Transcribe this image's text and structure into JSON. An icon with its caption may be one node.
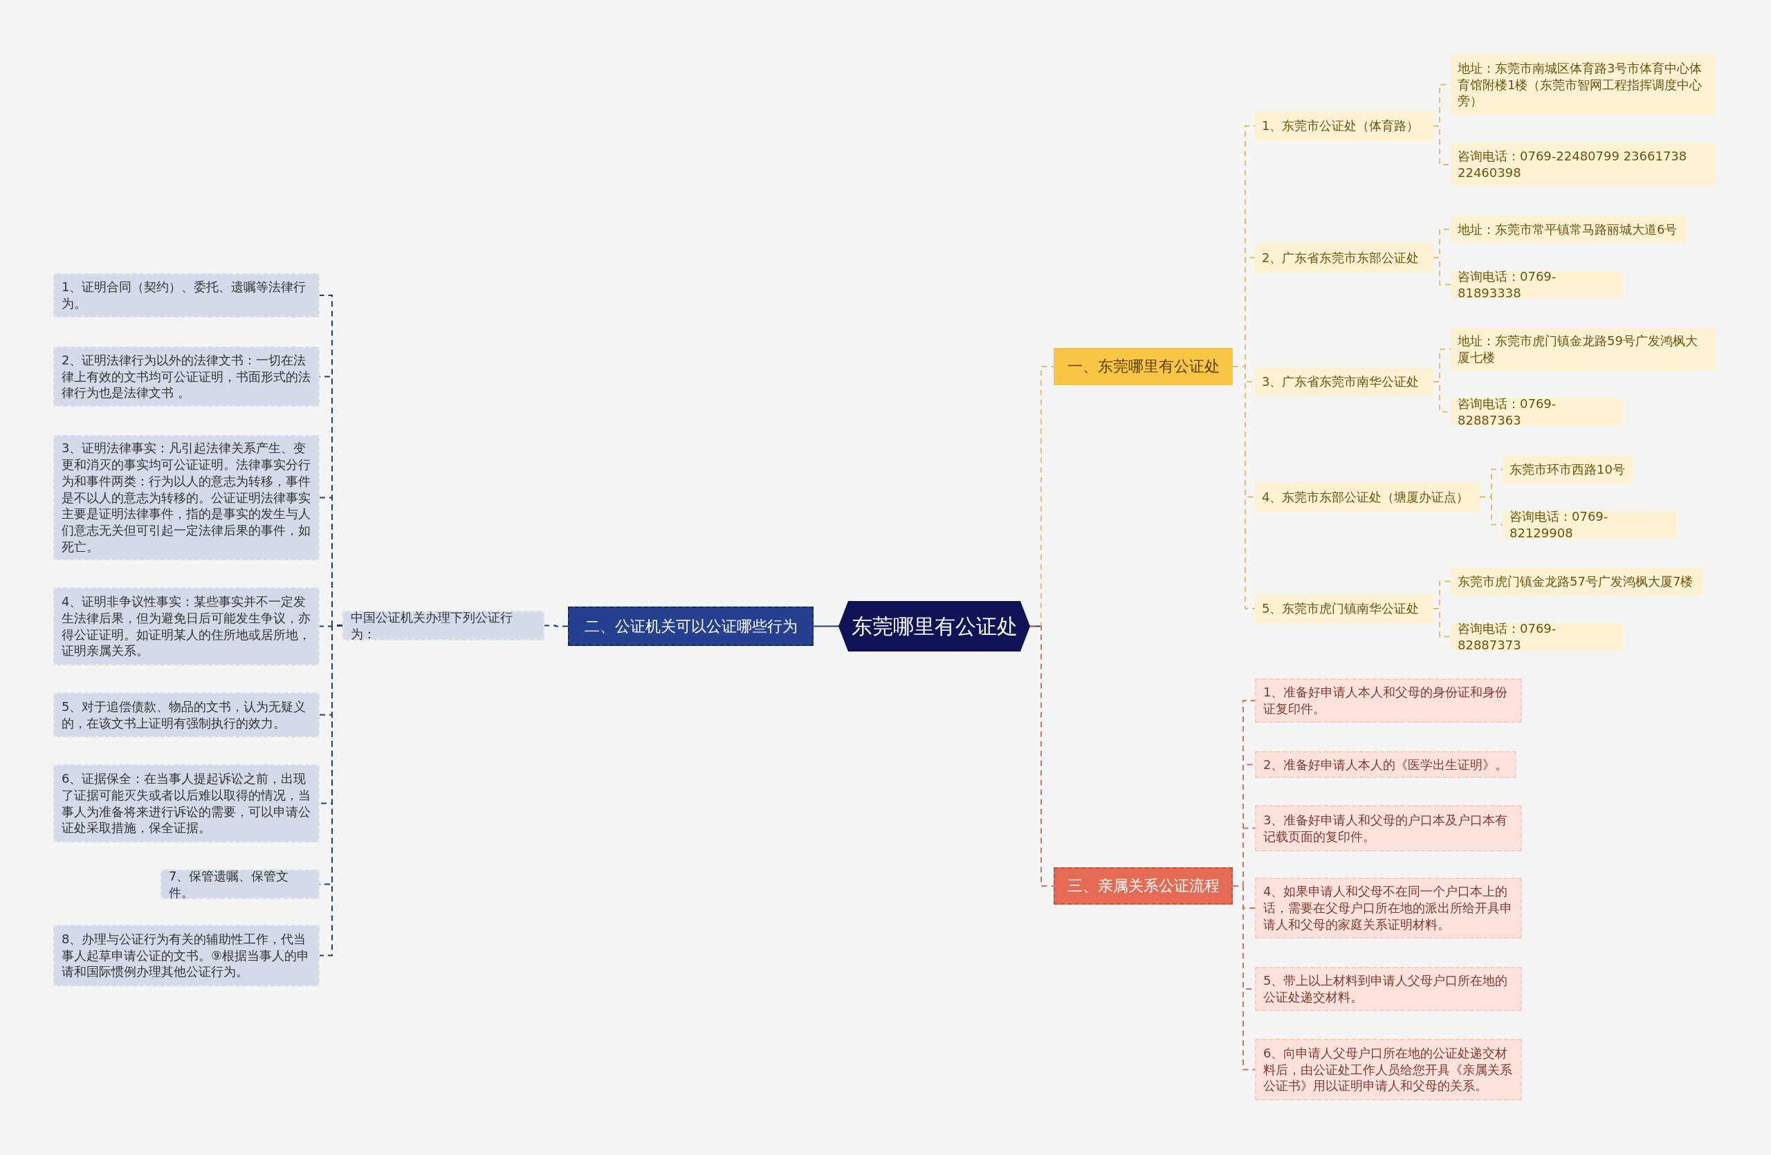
{
  "diagram": {
    "nodes": [
      {
        "text": [
          "东莞哪里有公证处"
        ]
      },
      {
        "text": [
          "一、东莞哪里有公证处"
        ]
      },
      {
        "text": [
          "二、公证机关可以公证哪些行为"
        ]
      },
      {
        "text": [
          "三、亲属关系公证流程"
        ]
      },
      {
        "text": [
          "1、东莞市公证处（体育路）"
        ]
      },
      {
        "text": [
          "地址：东莞市南城区体育路3号市体育中心体育馆附楼1楼（东莞市智网工程指挥调度中心旁）"
        ]
      },
      {
        "text": [
          "咨询电话：0769-22480799 23661738 22460398"
        ]
      },
      {
        "text": [
          "2、广东省东莞市东部公证处"
        ]
      },
      {
        "text": [
          "地址：东莞市常平镇常马路丽城大道6号"
        ]
      },
      {
        "text": [
          "咨询电话：0769-81893338"
        ]
      },
      {
        "text": [
          "3、广东省东莞市南华公证处"
        ]
      },
      {
        "text": [
          "地址：东莞市虎门镇金龙路59号广发鸿枫大厦七楼"
        ]
      },
      {
        "text": [
          "咨询电话：0769-82887363"
        ]
      },
      {
        "text": [
          "4、东莞市东部公证处（塘厦办证点）"
        ]
      },
      {
        "text": [
          "东莞市环市西路10号"
        ]
      },
      {
        "text": [
          "咨询电话：0769-82129908"
        ]
      },
      {
        "text": [
          "5、东莞市虎门镇南华公证处"
        ]
      },
      {
        "text": [
          "东莞市虎门镇金龙路57号广发鸿枫大厦7楼"
        ]
      },
      {
        "text": [
          "咨询电话：0769-82887373"
        ]
      },
      {
        "text": [
          "中国公证机关办理下列公证行为："
        ]
      },
      {
        "text": [
          "1、证明合同（契约）、委托、遗嘱等法律行为。"
        ]
      },
      {
        "text": [
          "2、证明法律行为以外的法律文书：一切在法律上有效的文书均可公证证明，书面形式的法律行为也是法律文书 。"
        ]
      },
      {
        "text": [
          "3、证明法律事实：凡引起法律关系产生、变更和消灭的事实均可公证证明。法律事实分行为和事件两类：行为以人的意志为转移，事件是不以人的意志为转移的。公证证明法律事实主要是证明法律事件，指的是事实的发生与人们意志无关但可引起一定法律后果的事件，如死亡。"
        ]
      },
      {
        "text": [
          "4、证明非争议性事实：某些事实并不一定发生法律后果，但为避免日后可能发生争议，亦得公证证明。如证明某人的住所地或居所地，证明亲属关系。"
        ]
      },
      {
        "text": [
          "5、对于追偿债款、物品的文书，认为无疑义的，在该文书上证明有强制执行的效力。"
        ]
      },
      {
        "text": [
          "6、证据保全：在当事人提起诉讼之前，出现了证据可能灭失或者以后难以取得的情况，当事人为准备将来进行诉讼的需要，可以申请公证处采取措施，保全证据。"
        ]
      },
      {
        "text": [
          "7、保管遗嘱、保管文件。"
        ]
      },
      {
        "text": [
          "8、办理与公证行为有关的辅助性工作，代当事人起草申请公证的文书。⑨根据当事人的申请和国际惯例办理其他公证行为。"
        ]
      },
      {
        "text": [
          "1、准备好申请人本人和父母的身份证和身份证复印件。"
        ]
      },
      {
        "text": [
          "2、准备好申请人本人的《医学出生证明》。"
        ]
      },
      {
        "text": [
          "3、准备好申请人和父母的户口本及户口本有记载页面的复印件。"
        ]
      },
      {
        "text": [
          "4、如果申请人和父母不在同一个户口本上的话，需要在父母户口所在地的派出所给开具申请人和父母的家庭关系证明材料。"
        ]
      },
      {
        "text": [
          "5、带上以上材料到申请人父母户口所在地的公证处递交材料。"
        ]
      },
      {
        "text": [
          "6、向申请人父母户口所在地的公证处递交材料后，由公证处工作人员给您开具《亲属关系公证书》用以证明申请人和父母的关系。"
        ]
      }
    ],
    "edges": [
      {
        "from": 0,
        "to": 1,
        "arrow": "none",
        "style": "dashed"
      },
      {
        "from": 0,
        "to": 2,
        "arrow": "none",
        "color": "#1f3a8a"
      },
      {
        "from": 0,
        "to": 3,
        "arrow": "none",
        "style": "dashed",
        "color": "#d9705a"
      },
      {
        "from": 1,
        "to": 4,
        "arrow": "none",
        "style": "dashed"
      },
      {
        "from": 1,
        "to": 7,
        "arrow": "none",
        "style": "dashed"
      },
      {
        "from": 1,
        "to": 10,
        "arrow": "none",
        "style": "dashed"
      },
      {
        "from": 1,
        "to": 13,
        "arrow": "none",
        "style": "dashed"
      },
      {
        "from": 1,
        "to": 16,
        "arrow": "none",
        "style": "dashed"
      },
      {
        "from": 4,
        "to": 5,
        "arrow": "none",
        "style": "dashed"
      },
      {
        "from": 4,
        "to": 6,
        "arrow": "none",
        "style": "dashed"
      },
      {
        "from": 7,
        "to": 8,
        "arrow": "none",
        "style": "dashed"
      },
      {
        "from": 7,
        "to": 9,
        "arrow": "none",
        "style": "dashed"
      },
      {
        "from": 10,
        "to": 11,
        "arrow": "none",
        "style": "dashed"
      },
      {
        "from": 10,
        "to": 12,
        "arrow": "none",
        "style": "dashed"
      },
      {
        "from": 13,
        "to": 14,
        "arrow": "none",
        "style": "dashed"
      },
      {
        "from": 13,
        "to": 15,
        "arrow": "none",
        "style": "dashed"
      },
      {
        "from": 16,
        "to": 17,
        "arrow": "none",
        "style": "dashed"
      },
      {
        "from": 16,
        "to": 18,
        "arrow": "none",
        "style": "dashed"
      },
      {
        "from": 2,
        "to": 19,
        "arrow": "none",
        "style": "dashed",
        "color": "#1f3a8a"
      },
      {
        "from": 19,
        "to": 20,
        "arrow": "none",
        "style": "dashed",
        "color": "#1f3a8a"
      },
      {
        "from": 19,
        "to": 21,
        "arrow": "none",
        "style": "dashed",
        "color": "#1f3a8a"
      },
      {
        "from": 19,
        "to": 22,
        "arrow": "none",
        "style": "dashed",
        "color": "#1f3a8a"
      },
      {
        "from": 19,
        "to": 23,
        "arrow": "none",
        "style": "dashed",
        "color": "#1f3a8a"
      },
      {
        "from": 19,
        "to": 24,
        "arrow": "none",
        "style": "dashed",
        "color": "#1f3a8a"
      },
      {
        "from": 19,
        "to": 25,
        "arrow": "none",
        "style": "dashed",
        "color": "#1f3a8a"
      },
      {
        "from": 19,
        "to": 26,
        "arrow": "none",
        "style": "dashed",
        "color": "#1f3a8a"
      },
      {
        "from": 19,
        "to": 27,
        "arrow": "none",
        "style": "dashed",
        "color": "#1f3a8a"
      },
      {
        "from": 3,
        "to": 28,
        "arrow": "none",
        "style": "dashed",
        "color": "#d9705a"
      },
      {
        "from": 3,
        "to": 29,
        "arrow": "none",
        "style": "dashed",
        "color": "#d9705a"
      },
      {
        "from": 3,
        "to": 30,
        "arrow": "none",
        "style": "dashed",
        "color": "#d9705a"
      },
      {
        "from": 3,
        "to": 31,
        "arrow": "none",
        "style": "dashed",
        "color": "#d9705a"
      },
      {
        "from": 3,
        "to": 32,
        "arrow": "none",
        "style": "dashed",
        "color": "#d9705a"
      },
      {
        "from": 3,
        "to": 33,
        "arrow": "none",
        "style": "dashed",
        "color": "#d9705a"
      }
    ]
  }
}
